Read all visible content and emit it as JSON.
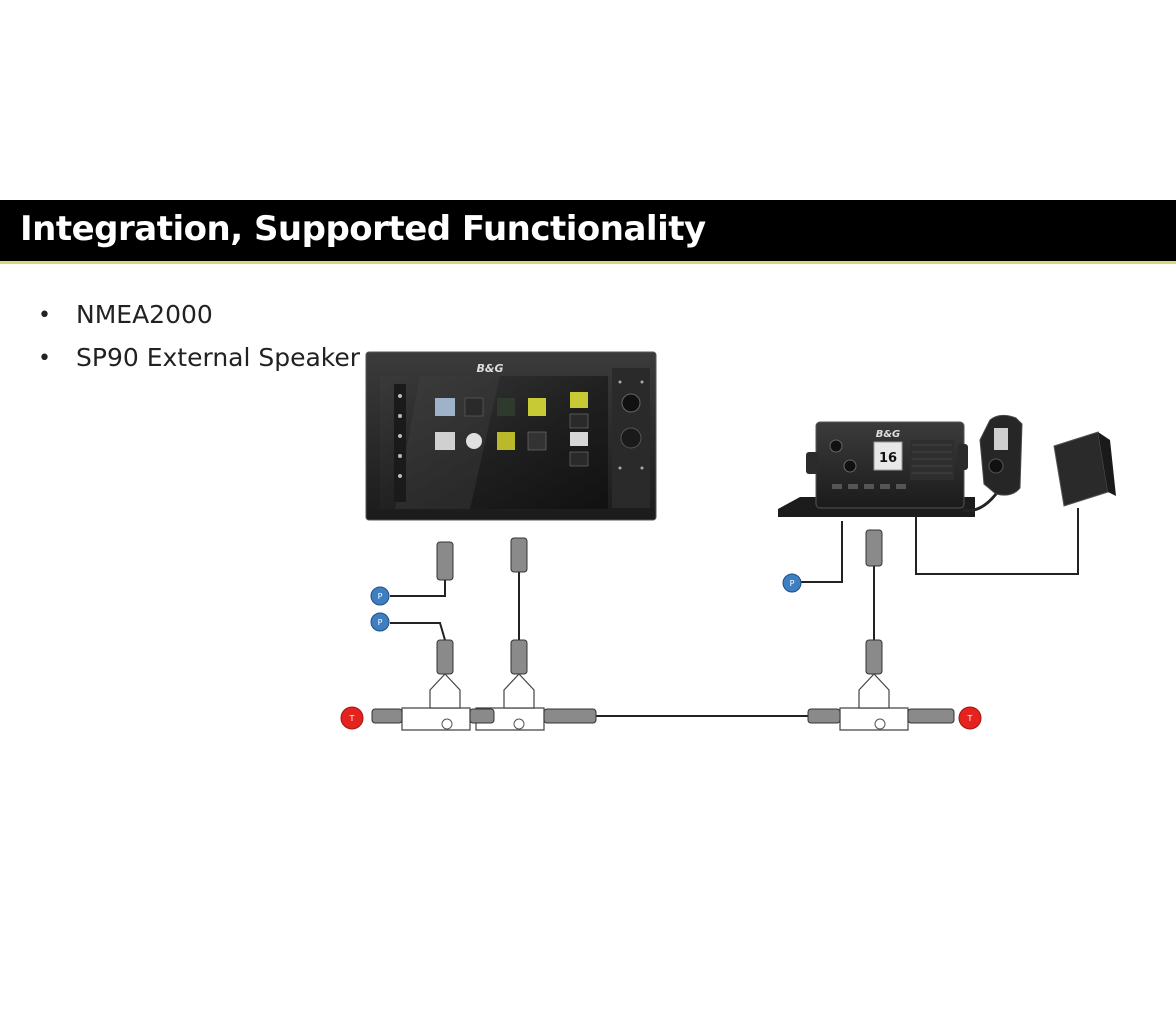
{
  "slide": {
    "title": "Integration, Supported Functionality",
    "bullets": [
      {
        "text": "NMEA2000"
      },
      {
        "text": "SP90 External Speaker"
      }
    ]
  },
  "devices": {
    "chartplotter": {
      "brand": "B&G",
      "icon": "chartplotter-display-icon"
    },
    "vhf_radio": {
      "brand": "B&G",
      "channel": "16",
      "icon": "vhf-radio-icon"
    },
    "external_speaker": {
      "icon": "speaker-icon"
    }
  },
  "network": {
    "power_tag": "P",
    "terminator_left": "T",
    "terminator_right": "T"
  },
  "colors": {
    "title_bar": "#000000",
    "title_underline": "#d6d87a",
    "power_tag": "#3d7fc1",
    "terminator": "#e4231f",
    "cable": "#222222"
  }
}
